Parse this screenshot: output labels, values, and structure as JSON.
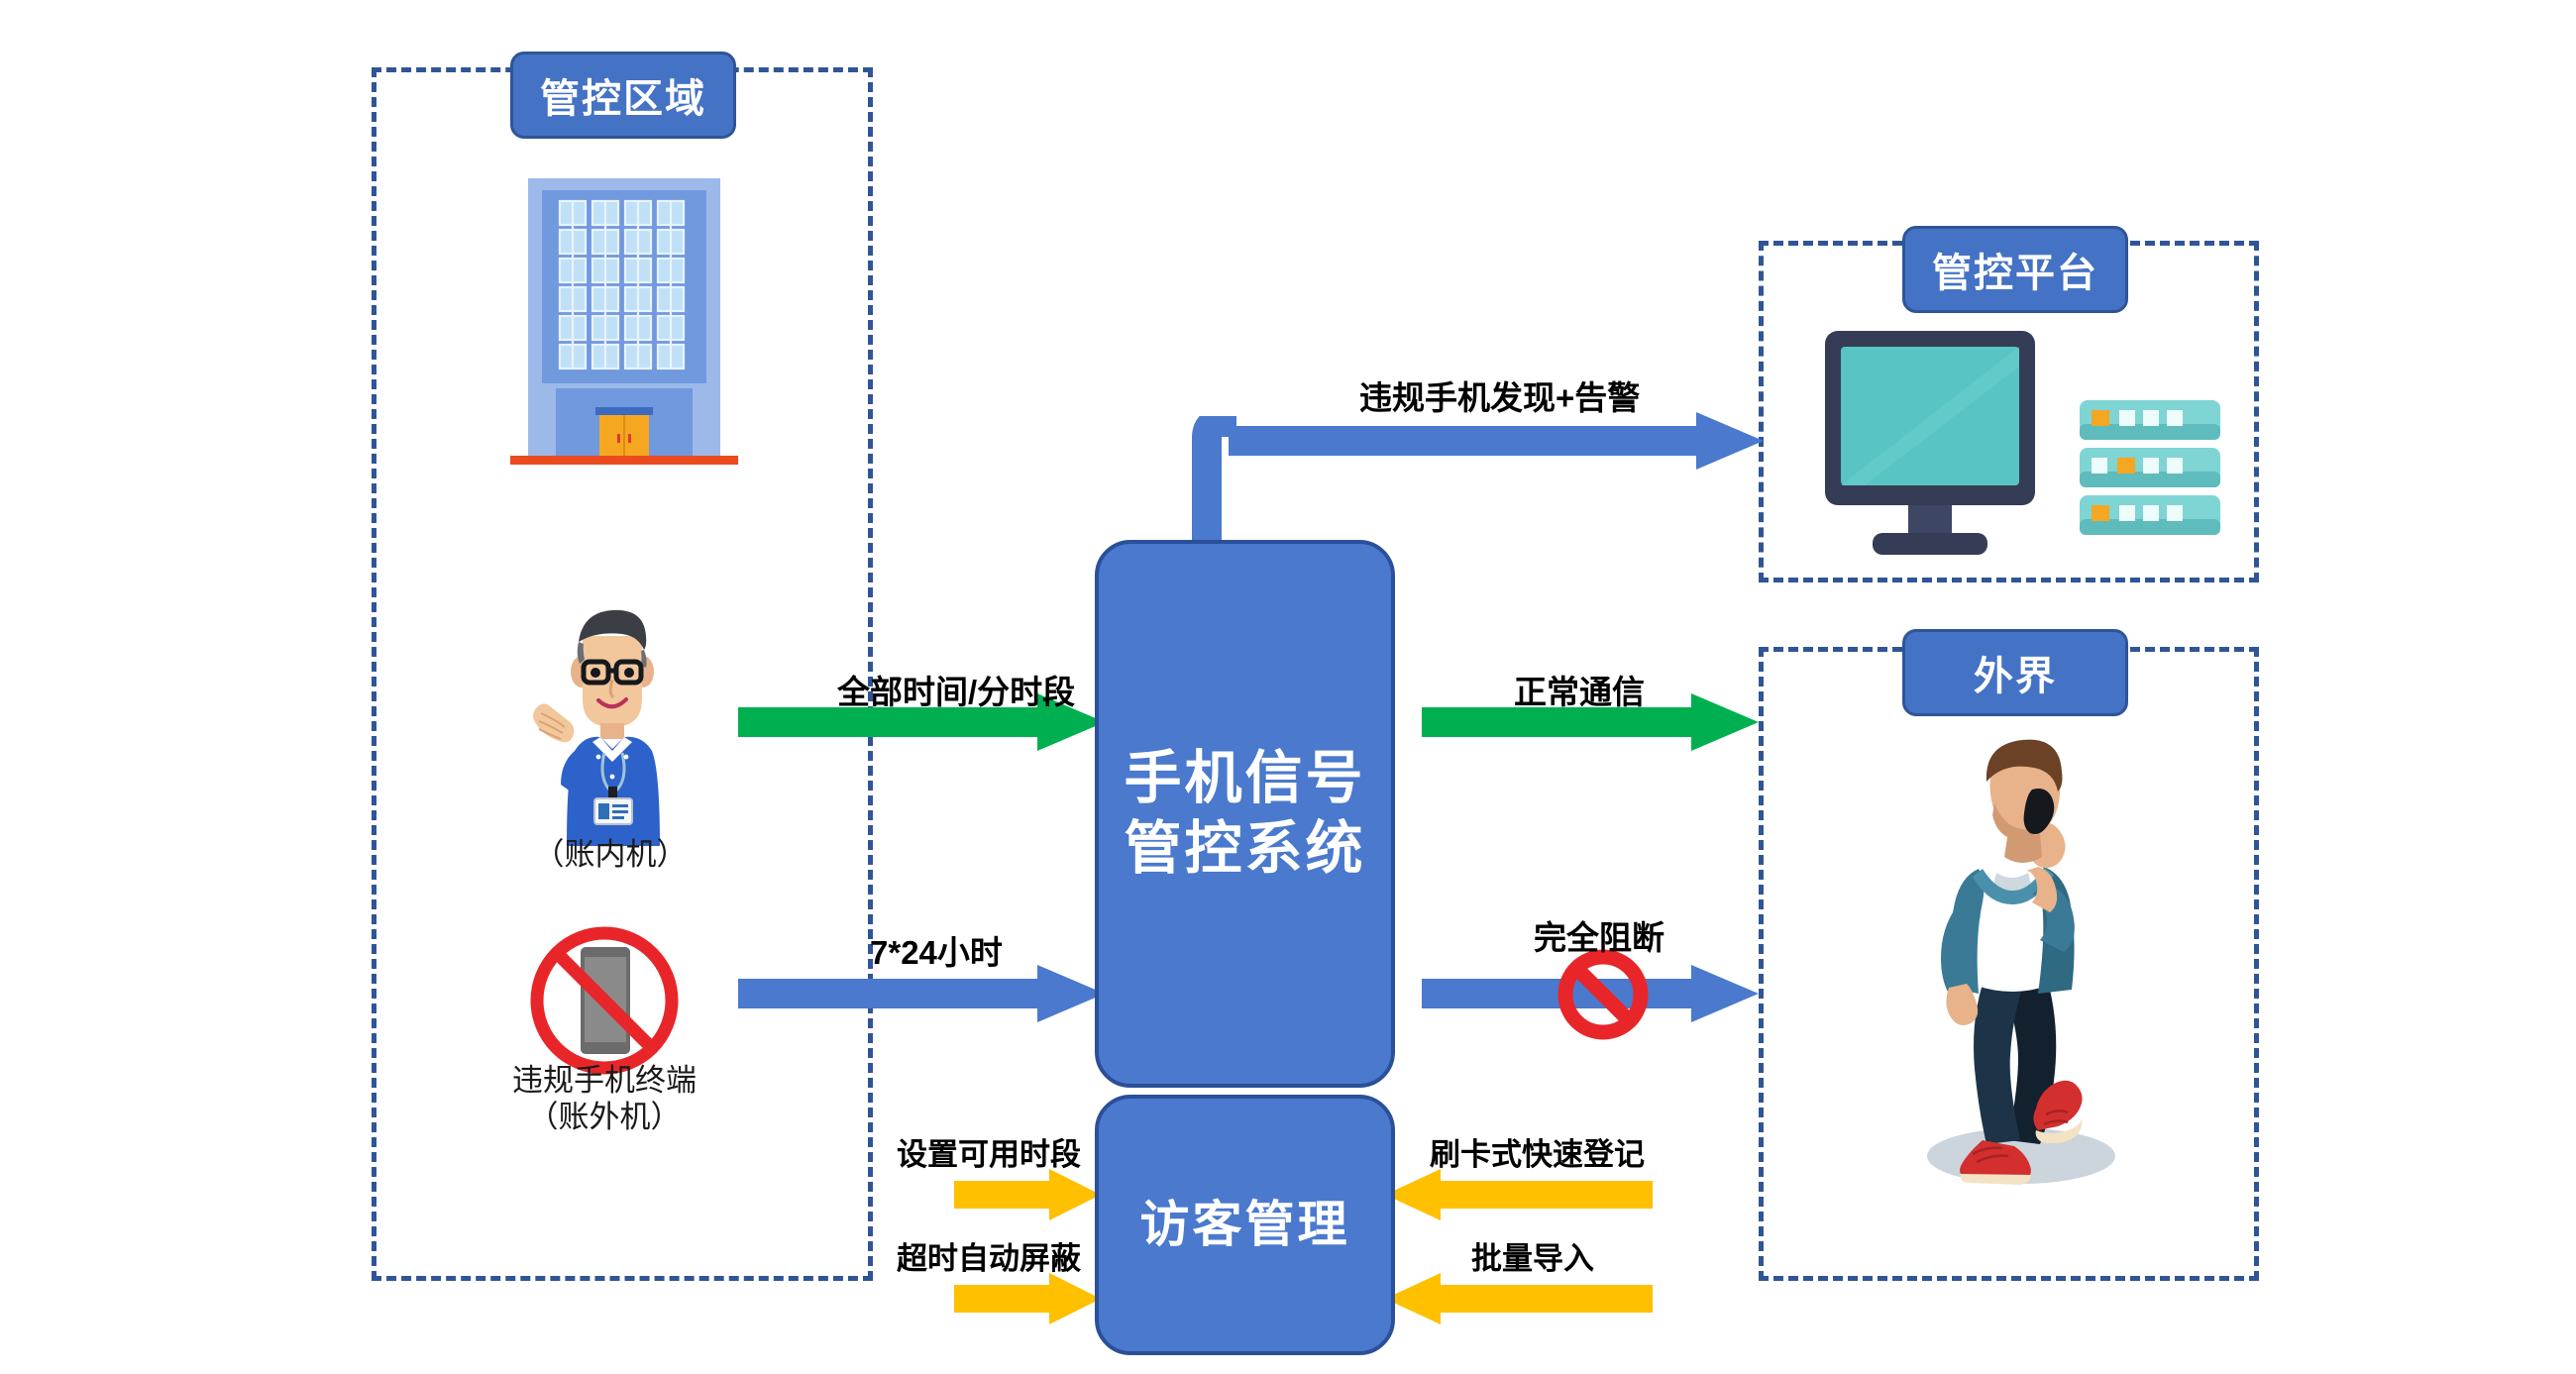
{
  "diagram": {
    "title": "手机信号管控系统架构图",
    "colors": {
      "zone_border": "#2f5597",
      "tab_fill": "#4472c4",
      "box_fill": "#4a79cd",
      "box_border": "#2b5099",
      "arrow_green": "#00b050",
      "arrow_blue": "#4a79cd",
      "arrow_yellow": "#ffc000",
      "prohibit_red": "#e8262a"
    }
  },
  "zones": [
    {
      "id": "controlled-area",
      "label": "管控区域"
    },
    {
      "id": "control-platform",
      "label": "管控平台"
    },
    {
      "id": "outside-world",
      "label": "外界"
    }
  ],
  "boxes": [
    {
      "id": "signal-system",
      "line1": "手机信号",
      "line2": "管控系统"
    },
    {
      "id": "visitor-management",
      "line1": "访客管理",
      "line2": ""
    }
  ],
  "icons": [
    {
      "id": "office-building",
      "name": "office-building-icon",
      "caption": ""
    },
    {
      "id": "staff-person",
      "name": "staff-person-icon",
      "caption": "（账内机）"
    },
    {
      "id": "banned-phone",
      "name": "banned-phone-icon",
      "caption_line1": "违规手机终端",
      "caption_line2": "（账外机）"
    },
    {
      "id": "monitor",
      "name": "monitor-icon",
      "caption": ""
    },
    {
      "id": "server-stack",
      "name": "server-stack-icon",
      "caption": ""
    },
    {
      "id": "walking-person",
      "name": "walking-person-icon",
      "caption": ""
    }
  ],
  "arrows": [
    {
      "id": "alert-to-platform",
      "label": "违规手机发现+告警",
      "color": "blue",
      "direction": "right"
    },
    {
      "id": "staff-time-policy",
      "label": "全部时间/分时段",
      "color": "green",
      "direction": "right"
    },
    {
      "id": "illegal-phone-7x24",
      "label": "7*24小时",
      "color": "blue",
      "direction": "right"
    },
    {
      "id": "normal-communication",
      "label": "正常通信",
      "color": "green",
      "direction": "right"
    },
    {
      "id": "full-block",
      "label": "完全阻断",
      "color": "blue",
      "direction": "right",
      "blocked": true
    },
    {
      "id": "set-available-period",
      "label": "设置可用时段",
      "color": "yellow",
      "direction": "right"
    },
    {
      "id": "auto-block-timeout",
      "label": "超时自动屏蔽",
      "color": "yellow",
      "direction": "right"
    },
    {
      "id": "card-swipe-registration",
      "label": "刷卡式快速登记",
      "color": "yellow",
      "direction": "left"
    },
    {
      "id": "batch-import",
      "label": "批量导入",
      "color": "yellow",
      "direction": "left"
    }
  ]
}
